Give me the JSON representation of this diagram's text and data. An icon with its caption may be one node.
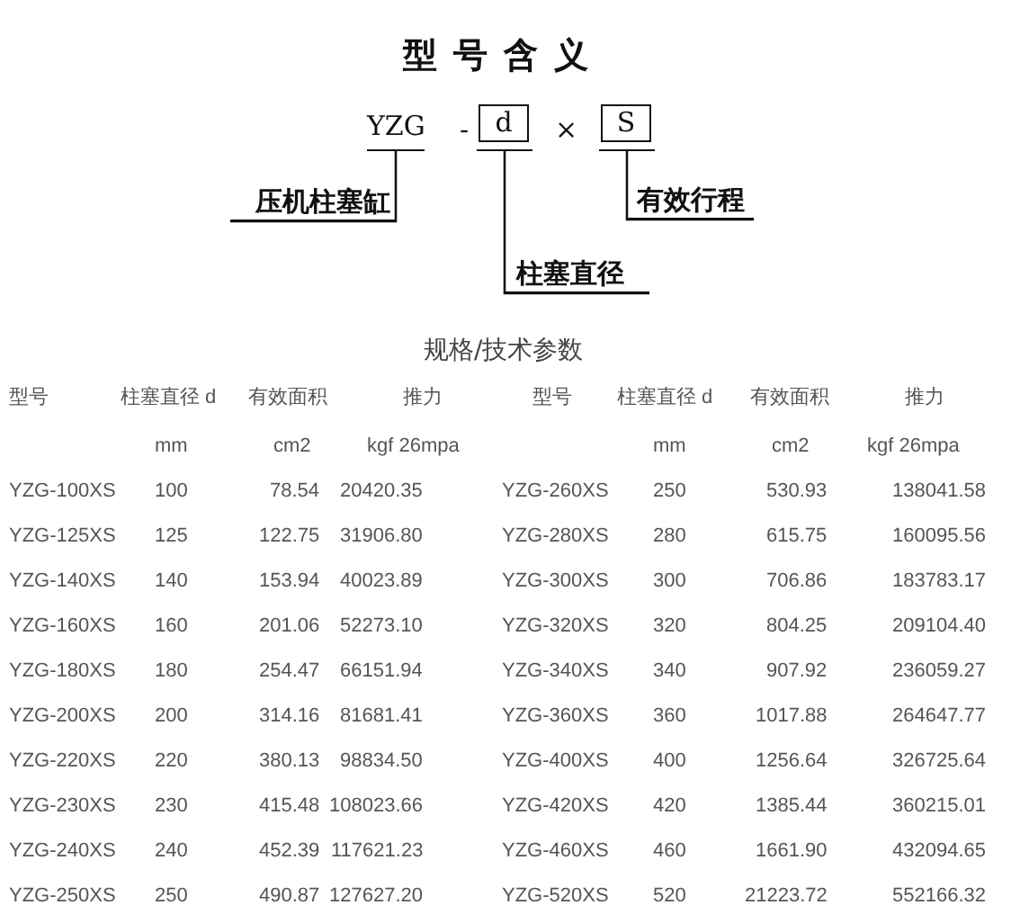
{
  "diagram": {
    "title": "型号含义",
    "nodes": [
      {
        "text": [
          "YZG"
        ]
      },
      {
        "text": [
          "d"
        ]
      },
      {
        "text": [
          "S"
        ]
      },
      {
        "text": [
          "压机柱塞缸"
        ]
      },
      {
        "text": [
          "柱塞直径"
        ]
      },
      {
        "text": [
          "有效行程"
        ]
      }
    ],
    "edges": [
      {
        "from": 3,
        "to": 0,
        "arrow": "none"
      },
      {
        "from": 4,
        "to": 1,
        "arrow": "none"
      },
      {
        "from": 5,
        "to": 2,
        "arrow": "none"
      }
    ],
    "labels": [
      "-",
      "×",
      "规格/技术参数",
      "型号",
      "柱塞直径 d",
      "有效面积",
      "推力",
      "型号",
      "柱塞直径 d",
      "有效面积",
      "推力",
      "mm",
      "cm2",
      "kgf 26mpa",
      "mm",
      "cm2",
      "kgf 26mpa",
      "YZG-100XS",
      "100",
      "78.54",
      "20420.35",
      "YZG-260XS",
      "250",
      "530.93",
      "138041.58",
      "YZG-125XS",
      "125",
      "122.75",
      "31906.80",
      "YZG-280XS",
      "280",
      "615.75",
      "160095.56",
      "YZG-140XS",
      "140",
      "153.94",
      "40023.89",
      "YZG-300XS",
      "300",
      "706.86",
      "183783.17",
      "YZG-160XS",
      "160",
      "201.06",
      "52273.10",
      "YZG-320XS",
      "320",
      "804.25",
      "209104.40",
      "YZG-180XS",
      "180",
      "254.47",
      "66151.94",
      "YZG-340XS",
      "340",
      "907.92",
      "236059.27",
      "YZG-200XS",
      "200",
      "314.16",
      "81681.41",
      "YZG-360XS",
      "360",
      "1017.88",
      "264647.77",
      "YZG-220XS",
      "220",
      "380.13",
      "98834.50",
      "YZG-400XS",
      "400",
      "1256.64",
      "326725.64",
      "YZG-230XS",
      "230",
      "415.48",
      "108023.66",
      "YZG-420XS",
      "420",
      "1385.44",
      "360215.01",
      "YZG-240XS",
      "240",
      "452.39",
      "117621.23",
      "YZG-460XS",
      "460",
      "1661.90",
      "432094.65",
      "YZG-250XS",
      "250",
      "490.87",
      "127627.20",
      "YZG-520XS",
      "520",
      "21223.72",
      "552166.32"
    ]
  }
}
